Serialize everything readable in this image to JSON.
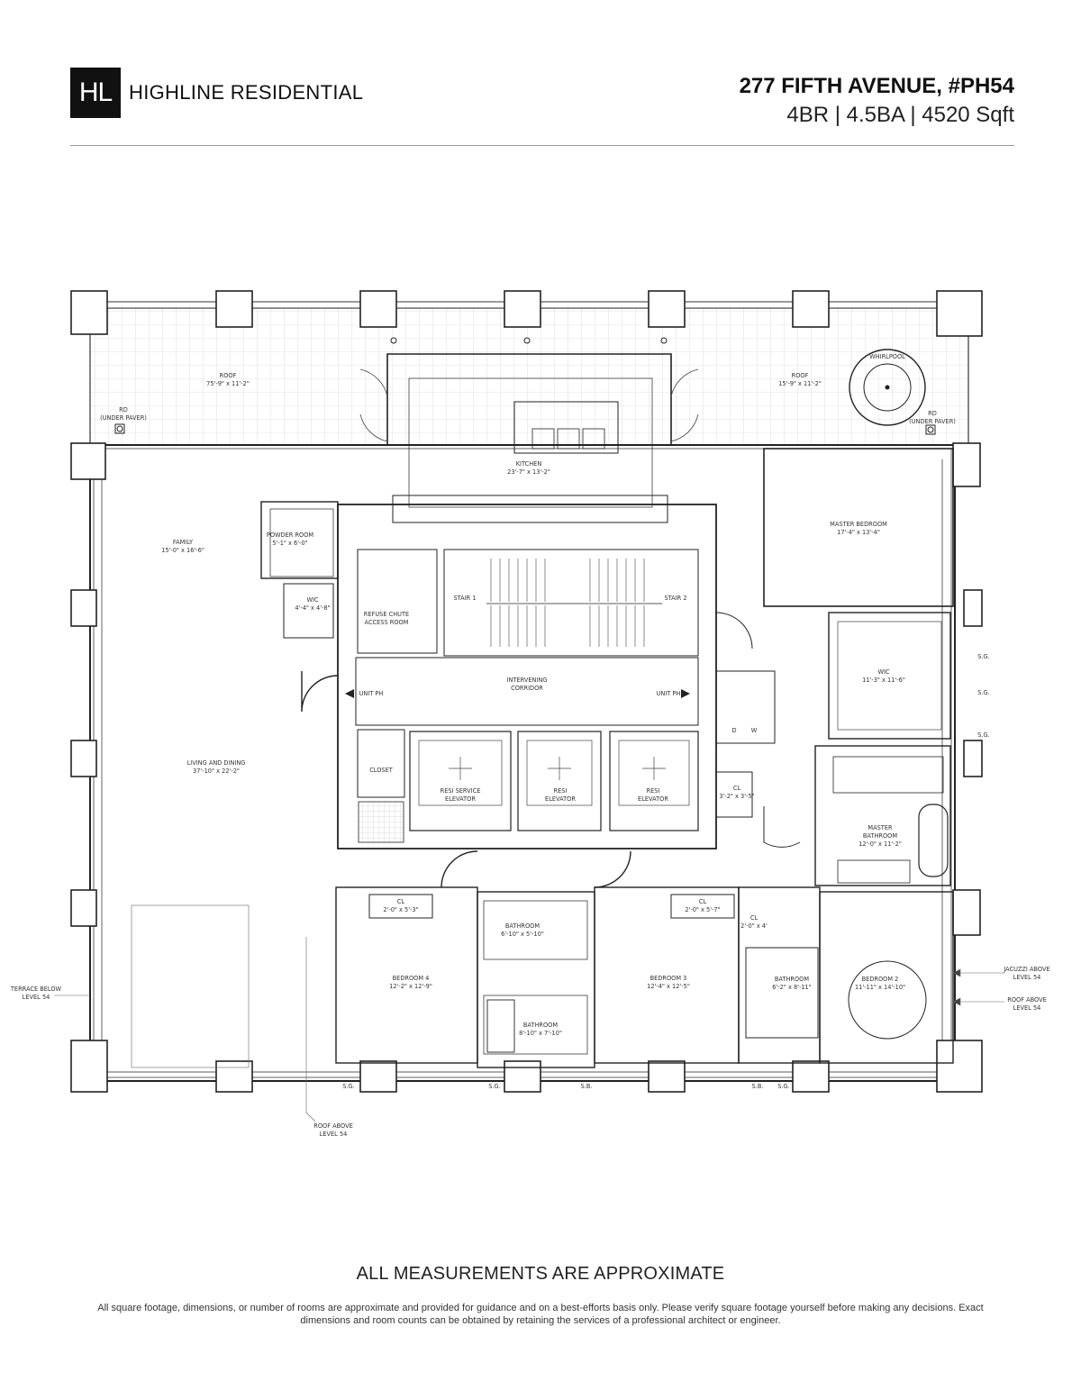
{
  "header": {
    "logo_mark": "HL",
    "brand": "HIGHLINE RESIDENTIAL",
    "address": "277 FIFTH AVENUE, #PH54",
    "specs": "4BR | 4.5BA | 4520 Sqft"
  },
  "plan": {
    "roof_left": {
      "name": "ROOF",
      "dim": "75'-9\" x 11'-2\""
    },
    "roof_right": {
      "name": "ROOF",
      "dim": "15'-9\" x 11'-2\""
    },
    "rd_left": [
      "RD",
      "(UNDER PAVER)"
    ],
    "rd_right": [
      "RD",
      "(UNDER PAVER)"
    ],
    "whirlpool": "WHIRLPOOL",
    "kitchen": {
      "name": "KITCHEN",
      "dim": "23'-7\" x 13'-2\""
    },
    "family": {
      "name": "FAMILY",
      "dim": "15'-0\" x 16'-6\""
    },
    "powder_room": {
      "name": "POWDER ROOM",
      "dim": "5'-1\" x 6'-0\""
    },
    "wic_small": {
      "name": "WIC",
      "dim": "4'-4\" x 4'-8\""
    },
    "refuse": [
      "REFUSE CHUTE",
      "ACCESS ROOM"
    ],
    "stair1": "STAIR 1",
    "stair2": "STAIR 2",
    "master_bedroom": {
      "name": "MASTER BEDROOM",
      "dim": "17'-4\" x 13'-4\""
    },
    "wic_master": {
      "name": "WIC",
      "dim": "11'-3\" x 11'-6\""
    },
    "corridor": [
      "INTERVENING",
      "CORRIDOR"
    ],
    "unit_ph_left": "UNIT PH",
    "unit_ph_right": "UNIT PH",
    "living": {
      "name": "LIVING AND DINING",
      "dim": "37'-10\" x 22'-2\""
    },
    "closet": "CLOSET",
    "elevator_service": [
      "RESI SERVICE",
      "ELEVATOR"
    ],
    "elevator_2": [
      "RESI",
      "ELEVATOR"
    ],
    "elevator_3": [
      "RESI",
      "ELEVATOR"
    ],
    "dw": [
      "D",
      "W"
    ],
    "cl_mid": {
      "name": "CL",
      "dim": "3'-2\" x 3'-5\""
    },
    "master_bath": {
      "name": [
        "MASTER",
        "BATHROOM"
      ],
      "dim": "12'-0\" x 11'-2\""
    },
    "cl_b4": {
      "name": "CL",
      "dim": "2'-0\" x 5'-3\""
    },
    "bedroom4": {
      "name": "BEDROOM 4",
      "dim": "12'-2\" x 12'-9\""
    },
    "bath_a": {
      "name": "BATHROOM",
      "dim": "6'-10\" x 5'-10\""
    },
    "bath_b": {
      "name": "BATHROOM",
      "dim": "8'-10\" x 7'-10\""
    },
    "cl_b3": {
      "name": "CL",
      "dim": "2'-0\" x 5'-7\""
    },
    "bedroom3": {
      "name": "BEDROOM 3",
      "dim": "12'-4\" x 12'-5\""
    },
    "cl_small": {
      "name": "CL",
      "dim": "2'-0\" x 4'"
    },
    "bath_c": {
      "name": "BATHROOM",
      "dim": "6'-2\" x 8'-11\""
    },
    "bedroom2": {
      "name": "BEDROOM 2",
      "dim": "11'-11\" x 14'-10\""
    },
    "terrace_below": [
      "TERRACE BELOW",
      "LEVEL 54"
    ],
    "jacuzzi_above": [
      "JACUZZI ABOVE",
      "LEVEL 54"
    ],
    "roof_above_right": [
      "ROOF ABOVE",
      "LEVEL 54"
    ],
    "roof_above_bottom": [
      "ROOF ABOVE",
      "LEVEL 54"
    ],
    "sg": "S.G.",
    "sb": "S.B."
  },
  "footer": {
    "note": "ALL MEASUREMENTS ARE APPROXIMATE",
    "disclaimer": "All square footage, dimensions, or number of rooms are approximate and provided for guidance and on a best-efforts basis only. Please verify square footage yourself before making any decisions. Exact dimensions and room counts can be obtained by retaining the services of a professional architect or engineer."
  }
}
